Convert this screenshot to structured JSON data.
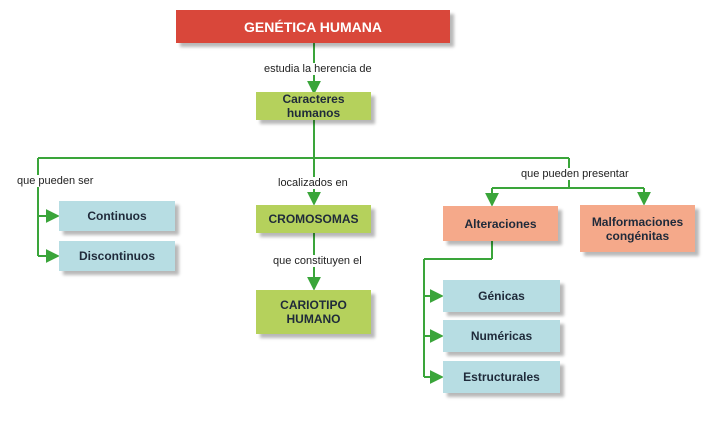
{
  "colors": {
    "title_fill": "#d9473a",
    "green_fill": "#b5d15c",
    "blue_fill": "#b7dde3",
    "salmon_fill": "#f5a98a",
    "connector": "#3aa53a"
  },
  "nodes": {
    "title": "GENÉTICA HUMANA",
    "caracteres": "Caracteres humanos",
    "continuos": "Continuos",
    "discontinuos": "Discontinuos",
    "cromosomas": "CROMOSOMAS",
    "cariotipo_line1": "CARIOTIPO",
    "cariotipo_line2": "HUMANO",
    "alteraciones": "Alteraciones",
    "malformaciones_line1": "Malformaciones",
    "malformaciones_line2": "congénitas",
    "genicas": "Génicas",
    "numericas": "Numéricas",
    "estructurales": "Estructurales"
  },
  "links": {
    "estudia": "estudia la herencia de",
    "pueden_ser": "que pueden ser",
    "localizados": "localizados en",
    "presentar": "que pueden presentar",
    "constituyen": "que constituyen el"
  }
}
